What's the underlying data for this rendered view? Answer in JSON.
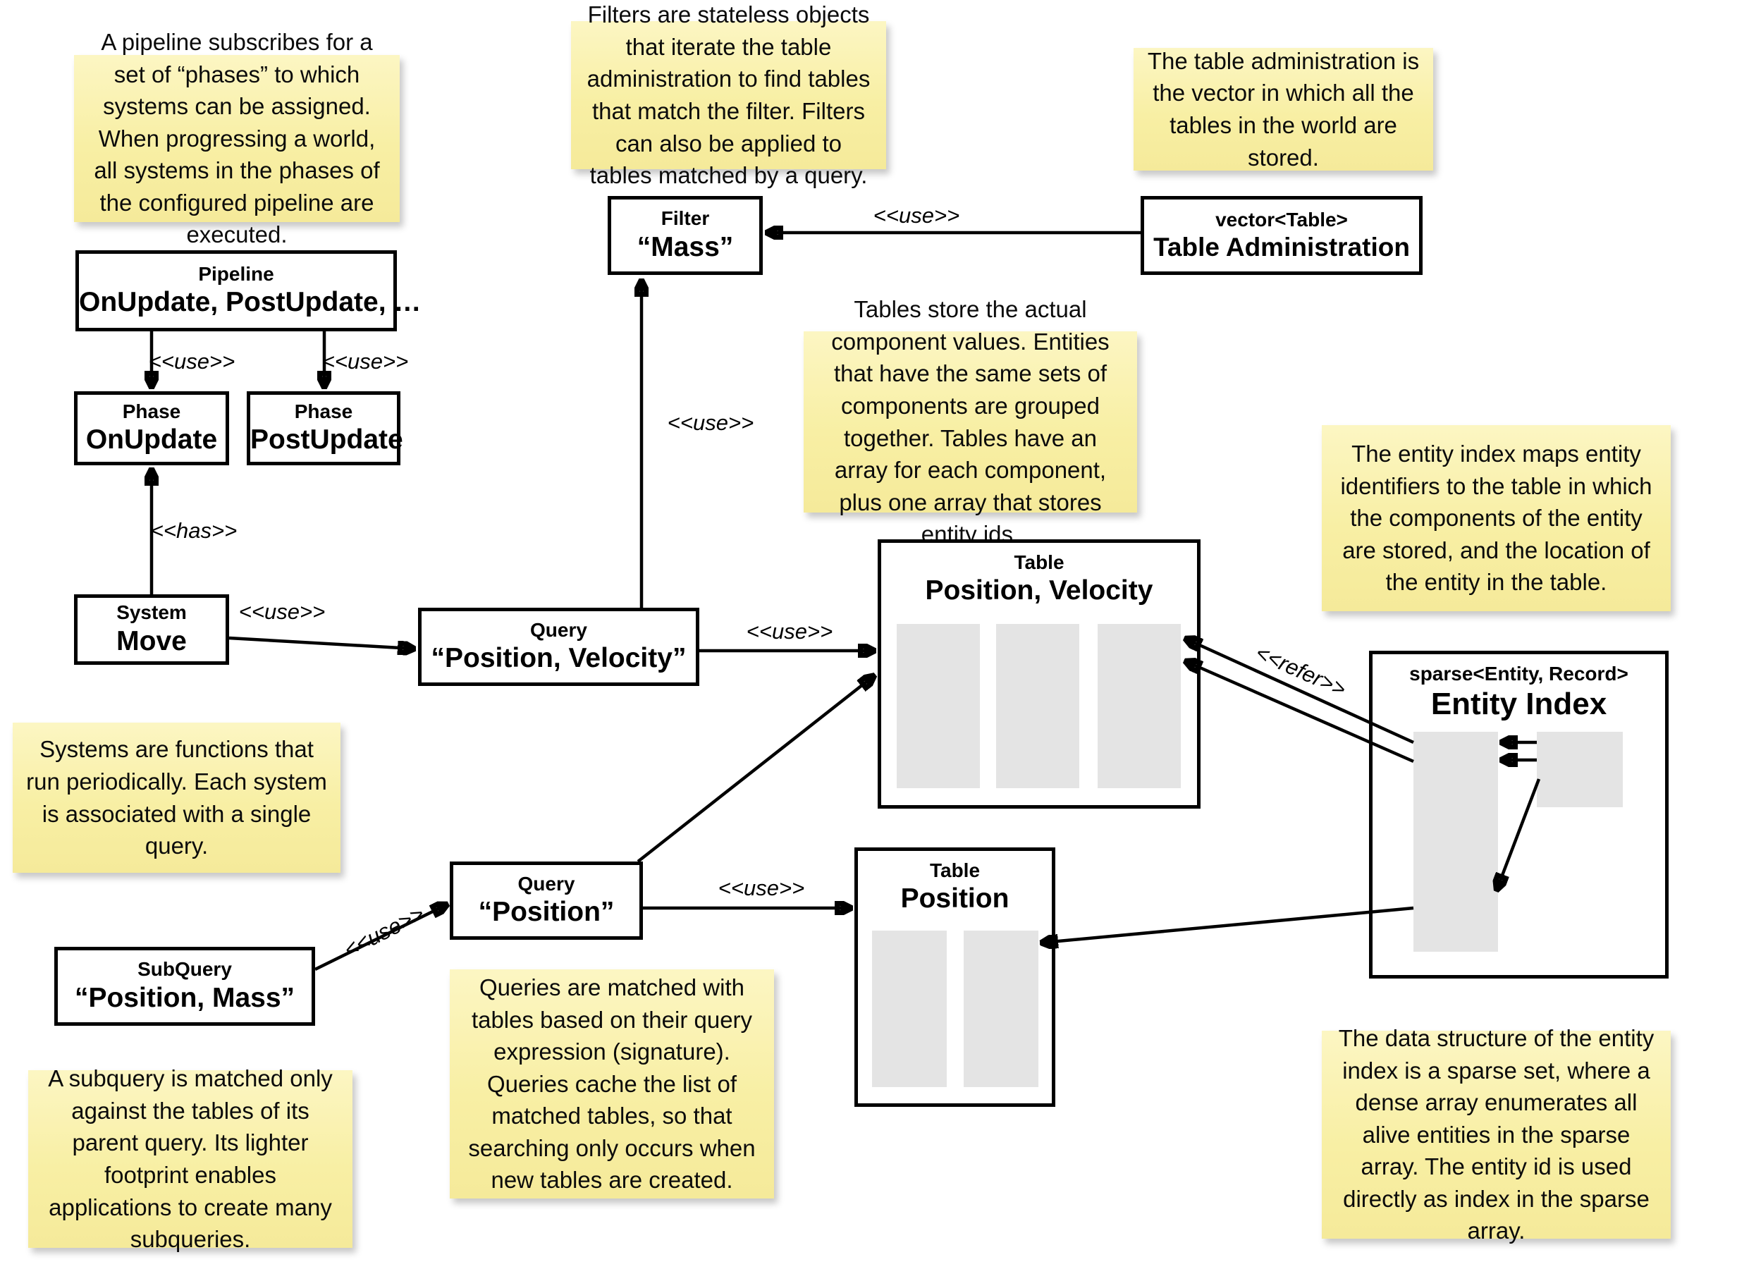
{
  "notes": {
    "pipeline": "A pipeline subscribes for a set of “phases” to which systems can be assigned. When progressing a world, all systems in the phases of the configured pipeline are executed.",
    "filters": "Filters are stateless objects that iterate the table administration to find tables that match the filter. Filters can also be applied to tables matched by a query.",
    "table_admin": "The table administration is the vector in which all the tables in the world are stored.",
    "tables": "Tables store the actual component values. Entities that have the same sets of components are grouped together. Tables have an array for each component, plus one array that stores entity ids.",
    "entity_index": "The entity index maps entity identifiers to the table in which the components of the entity are stored, and the location of the entity in the table.",
    "systems": "Systems are functions that run periodically. Each system is associated with a single query.",
    "queries": "Queries are matched with tables based on their query expression (signature). Queries cache the list of matched tables, so that searching only occurs when new tables are created.",
    "subquery": "A subquery is matched only against the tables of its parent query. Its lighter footprint enables applications to create many subqueries.",
    "sparse_set": "The data structure of the entity index is a sparse set, where a dense array enumerates all alive entities in the sparse array. The entity id is used directly as index in the sparse array."
  },
  "boxes": {
    "pipeline": {
      "title": "Pipeline",
      "value": "OnUpdate, PostUpdate, …"
    },
    "phase_onupdate": {
      "title": "Phase",
      "value": "OnUpdate"
    },
    "phase_postupdate": {
      "title": "Phase",
      "value": "PostUpdate"
    },
    "system_move": {
      "title": "System",
      "value": "Move"
    },
    "query_pv": {
      "title": "Query",
      "value": "“Position, Velocity”"
    },
    "filter_mass": {
      "title": "Filter",
      "value": "“Mass”"
    },
    "table_admin": {
      "title": "vector<Table>",
      "value": "Table Administration"
    },
    "table_pv": {
      "title": "Table",
      "value": "Position, Velocity"
    },
    "table_pos": {
      "title": "Table",
      "value": "Position"
    },
    "query_pos": {
      "title": "Query",
      "value": "“Position”"
    },
    "subquery": {
      "title": "SubQuery",
      "value": "“Position, Mass”"
    },
    "entity_index": {
      "title": "sparse<Entity, Record>",
      "value": "Entity Index"
    }
  },
  "edge_labels": {
    "use": "<<use>>",
    "has": "<<has>>",
    "refer": "<<refer>>"
  },
  "colors": {
    "background": "#ffffff",
    "note_bg": "#f8efa4",
    "box_border": "#000000",
    "array_fill": "#e4e4e4"
  }
}
